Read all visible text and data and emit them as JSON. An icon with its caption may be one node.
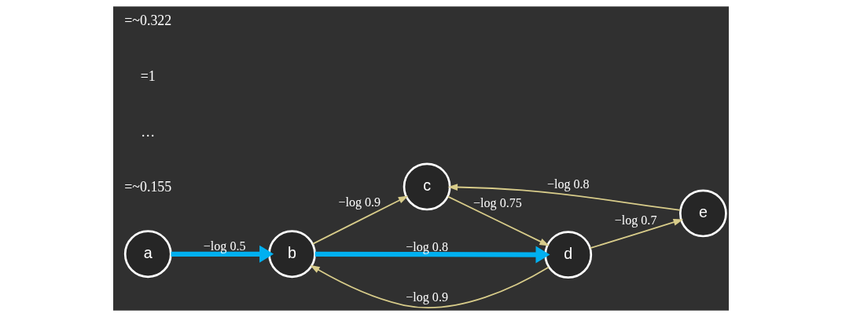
{
  "diagram": {
    "nodes": [
      {
        "text": [
          "a"
        ]
      },
      {
        "text": [
          "b"
        ]
      },
      {
        "text": [
          "c"
        ]
      },
      {
        "text": [
          "e"
        ]
      },
      {
        "text": [
          "d"
        ]
      }
    ],
    "edges": [
      {
        "from": 0,
        "to": 1,
        "arrow": "to",
        "label": "−log 0.5",
        "style": "thick",
        "color": "#00b0f0"
      },
      {
        "from": 1,
        "to": 2,
        "arrow": "to",
        "label": "−log 0.9"
      },
      {
        "from": 3,
        "to": 2,
        "arrow": "to",
        "label": "−log 0.8"
      },
      {
        "from": 2,
        "to": 4,
        "arrow": "to",
        "label": "−log 0.75"
      },
      {
        "from": 4,
        "to": 3,
        "arrow": "to",
        "label": "−log 0.7"
      },
      {
        "from": 4,
        "to": 1,
        "arrow": "to",
        "label": "−log 0.9"
      },
      {
        "from": 1,
        "to": 4,
        "arrow": "to",
        "label": "−log 0.8",
        "style": "thick",
        "color": "#00b0f0"
      }
    ],
    "labels": [
      "=~0.155",
      "…",
      "=1",
      "=~0.322"
    ]
  }
}
